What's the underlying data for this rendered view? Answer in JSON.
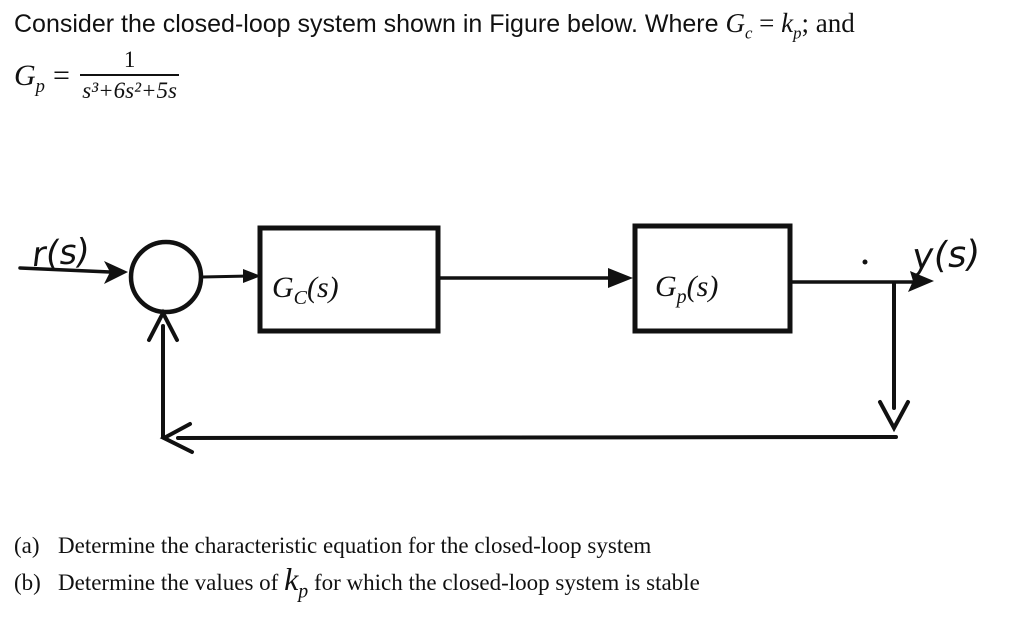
{
  "page": {
    "background": "#ffffff",
    "ink_color": "#111111"
  },
  "problem_statement": {
    "line1": {
      "text_sans": "Consider the closed-loop system shown in Figure below. Where ",
      "gc_base": "G",
      "gc_sub": "c",
      "equals": "=",
      "kp_base": "k",
      "kp_sub": "p",
      "tail": "; and"
    },
    "line2": {
      "gp_base": "G",
      "gp_sub": "p",
      "equals": "=",
      "numerator": "1",
      "denominator": "s³+6s²+5s"
    }
  },
  "diagram": {
    "input_label": "r(s)",
    "output_label": "y(s)",
    "controller_block": {
      "base": "G",
      "sub": "C",
      "args": "(s)"
    },
    "plant_block": {
      "base": "G",
      "sub": "p",
      "args": "(s)"
    }
  },
  "questions": {
    "a": {
      "marker": "(a)",
      "text": "Determine the characteristic equation for the closed-loop system"
    },
    "b": {
      "marker": "(b)",
      "text_before": "Determine the values of ",
      "k_base": "k",
      "k_sub": "p",
      "text_after": " for which the closed-loop system is stable"
    }
  }
}
